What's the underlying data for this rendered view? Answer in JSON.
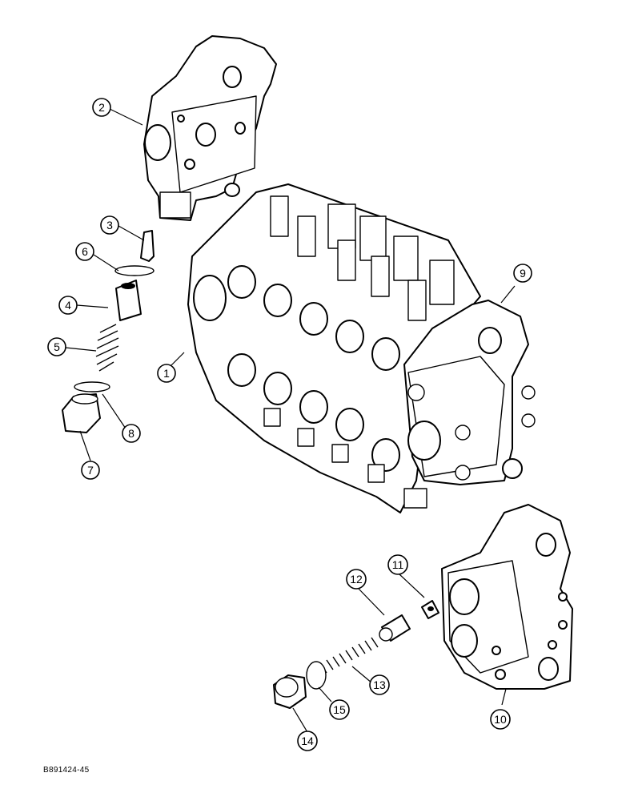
{
  "figure_code": "B891424-45",
  "callouts": [
    "1",
    "2",
    "3",
    "4",
    "5",
    "6",
    "7",
    "8",
    "9",
    "10",
    "11",
    "12",
    "13",
    "14",
    "15"
  ]
}
